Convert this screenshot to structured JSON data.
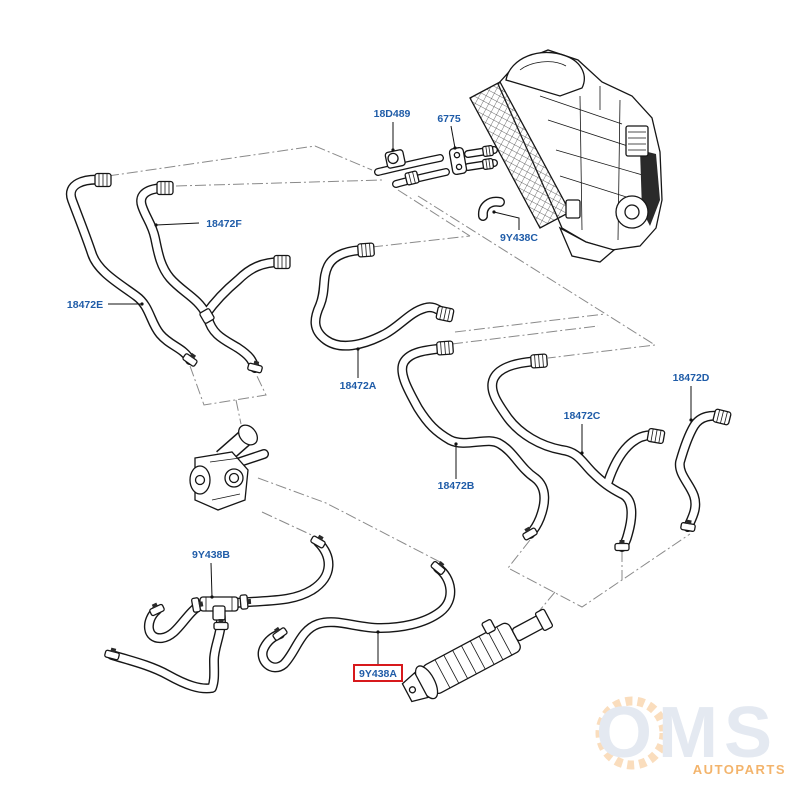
{
  "callouts": [
    {
      "text": "18D489"
    },
    {
      "text": "6775"
    },
    {
      "text": "9Y438C"
    },
    {
      "text": "18472F"
    },
    {
      "text": "18472E"
    },
    {
      "text": "18472A"
    },
    {
      "text": "18472D"
    },
    {
      "text": "18472C"
    },
    {
      "text": "18472B"
    },
    {
      "text": "9Y438B"
    },
    {
      "text": "9Y438A",
      "selected": true
    }
  ],
  "watermark": {
    "brand": "OMS",
    "tagline": "AUTOPARTS"
  },
  "colors": {
    "callout": "#1f5ca8",
    "selected_border": "#d7191c",
    "watermark_brand": "#e4e9f1",
    "watermark_accent": "#f3b46c"
  }
}
